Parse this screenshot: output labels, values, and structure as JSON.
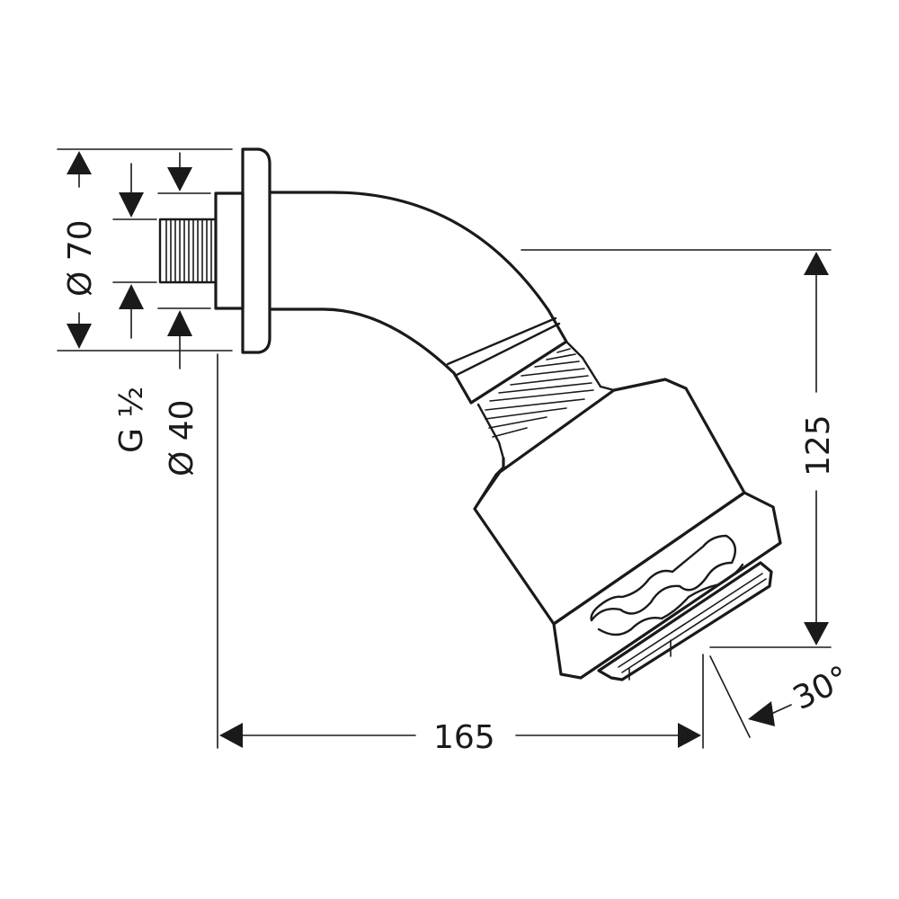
{
  "dimensions": {
    "flange_diameter": "Ø 70",
    "connection_thread": "G ½",
    "connection_diameter": "Ø 40",
    "height": "125",
    "length": "165",
    "spray_angle": "30°"
  }
}
